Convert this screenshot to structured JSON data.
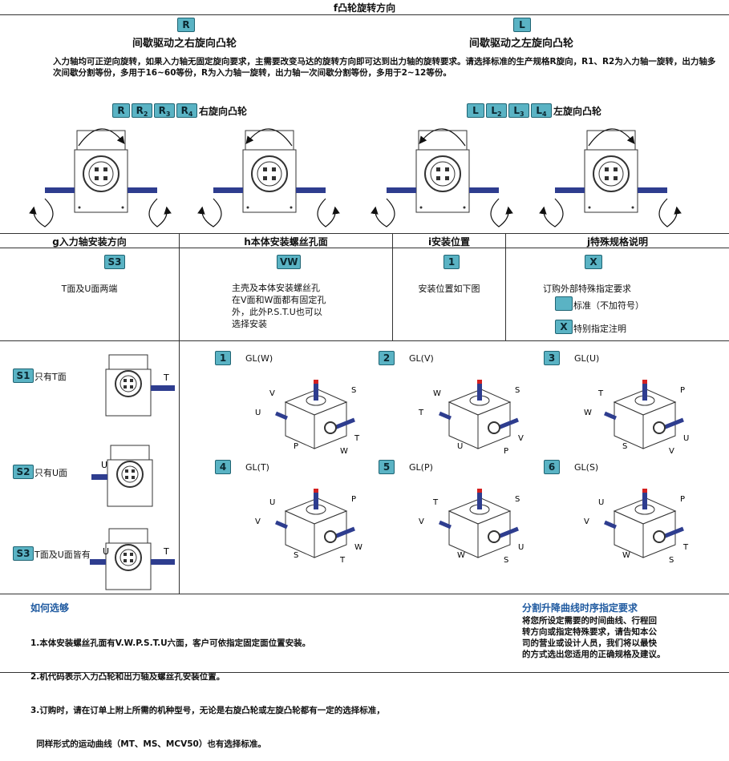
{
  "header": {
    "title": "f凸轮旋转方向"
  },
  "rotation": {
    "right": {
      "code": "R",
      "title": "间歇驱动之右旋向凸轮",
      "codes": [
        "R",
        "R2",
        "R3",
        "R4"
      ],
      "caption": "右旋向凸轮"
    },
    "left": {
      "code": "L",
      "title": "间歇驱动之左旋向凸轮",
      "codes": [
        "L",
        "L2",
        "L3",
        "L4"
      ],
      "caption": "左旋向凸轮"
    },
    "description": "入力轴均可正逆向旋转，如果入力轴无固定旋向要求，主需要改变马达的旋转方向即可达到出力轴的旋转要求。请选择标准的生产规格R旋向，R1、R2为入力轴一旋转，出力轴多次间歇分割等份，多用于16~60等份，R为入力轴一旋转，出力轴一次间歇分割等份，多用于2~12等份。"
  },
  "columns": {
    "g": {
      "title": "g入力轴安装方向",
      "code": "S3",
      "text": "T面及U面两端"
    },
    "h": {
      "title": "h本体安装螺丝孔面",
      "code": "VW",
      "text": [
        "主壳及本体安装螺丝孔",
        "在V面和W面都有固定孔",
        "外，此外P.S.T.U也可以",
        "选择安装"
      ]
    },
    "i": {
      "title": "i安装位置",
      "code": "1",
      "text": "安装位置如下图"
    },
    "j": {
      "title": "j特殊规格说明",
      "code": "X",
      "text": "订购外部特殊指定要求",
      "standard": "标准（不加符号）",
      "special_code": "X",
      "special": "特别指定注明"
    }
  },
  "shaft_options": [
    {
      "code": "S1",
      "label": "只有T面",
      "left": "",
      "right": "T"
    },
    {
      "code": "S2",
      "label": "只有U面",
      "left": "U",
      "right": ""
    },
    {
      "code": "S3",
      "label": "T面及U面皆有",
      "left": "U",
      "right": "T"
    }
  ],
  "positions": [
    {
      "num": "1",
      "label": "GL(W)",
      "faces": [
        "V",
        "S",
        "U",
        "P",
        "W",
        "T"
      ]
    },
    {
      "num": "2",
      "label": "GL(V)",
      "faces": [
        "W",
        "S",
        "T",
        "U",
        "P",
        "V"
      ]
    },
    {
      "num": "3",
      "label": "GL(U)",
      "faces": [
        "T",
        "P",
        "W",
        "S",
        "V",
        "U"
      ]
    },
    {
      "num": "4",
      "label": "GL(T)",
      "faces": [
        "U",
        "P",
        "V",
        "S",
        "T",
        "W"
      ]
    },
    {
      "num": "5",
      "label": "GL(P)",
      "faces": [
        "T",
        "S",
        "V",
        "W",
        "S",
        "U"
      ]
    },
    {
      "num": "6",
      "label": "GL(S)",
      "faces": [
        "U",
        "P",
        "V",
        "W",
        "S",
        "T"
      ]
    }
  ],
  "footer": {
    "left_title": "如何选够",
    "left_lines": [
      "1.本体安装螺丝孔面有V.W.P.S.T.U六面，客户可依指定固定面位置安装。",
      "2.机代码表示入力凸轮和出力轴及螺丝孔安装位置。",
      "3.订购时，请在订单上附上所需的机种型号，无论是右旋凸轮或左旋凸轮都有一定的选择标准，",
      "  同样形式的运动曲线（MT、MS、MCV50）也有选择标准。"
    ],
    "right_title": "分割升降曲线时序指定要求",
    "right_lines": [
      "将您所设定需要的时间曲线、行程回",
      "转方向或指定特殊要求，请告知本公",
      "司的营业或设计人员，我们将以最快",
      "的方式选出您适用的正确规格及建议。"
    ]
  },
  "colors": {
    "accent": "#5ab3c4",
    "shaft": "#2e3d8f",
    "tip": "#d42020",
    "title_blue": "#1f5aa0"
  }
}
